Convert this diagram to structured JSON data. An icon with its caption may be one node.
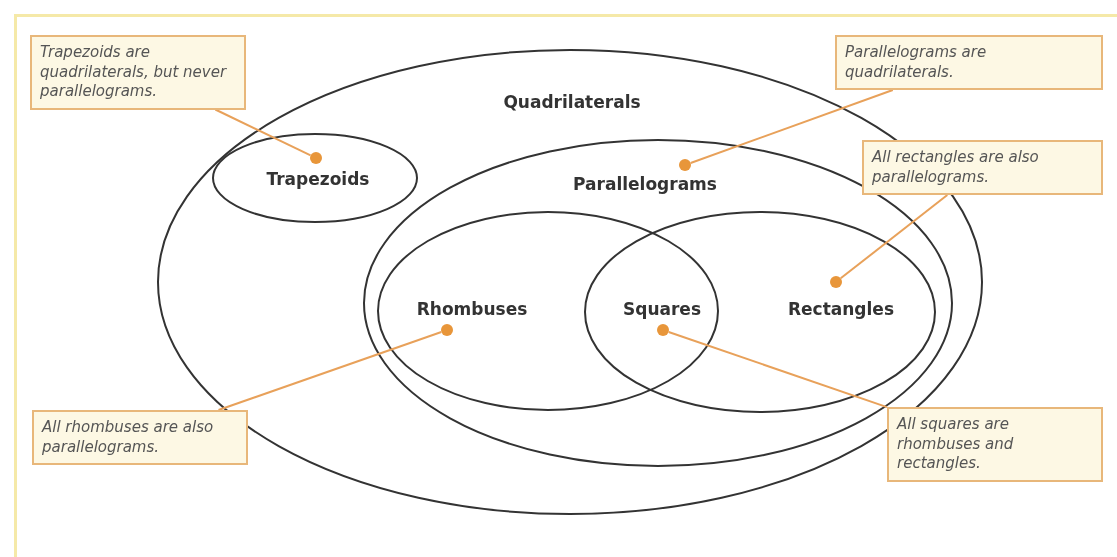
{
  "diagram": {
    "nodes": [
      {
        "text": [
          "Quadrilaterals"
        ]
      },
      {
        "text": [
          "Trapezoids"
        ],
        "in": 0
      },
      {
        "text": [
          "Parallelograms"
        ],
        "in": 0
      },
      {
        "text": [
          "Rhombuses"
        ],
        "in": 2
      },
      {
        "text": [
          "Squares"
        ]
      },
      {
        "text": [
          "Rectangles"
        ],
        "in": 2
      },
      {
        "text": [
          "Trapezoids are quadrilaterals, but never parallelograms."
        ]
      },
      {
        "text": [
          "Parallelograms are quadrilaterals."
        ]
      },
      {
        "text": [
          "All rectangles are also parallelograms."
        ]
      },
      {
        "text": [
          "All rhombuses are also parallelograms."
        ]
      },
      {
        "text": [
          "All squares are rhombuses and rectangles."
        ]
      },
      {
        "text": [],
        "shape": "circle",
        "in": 1
      },
      {
        "text": [],
        "shape": "circle",
        "in": 2
      },
      {
        "text": [],
        "shape": "circle",
        "in": 5
      },
      {
        "text": [],
        "shape": "circle",
        "in": 3
      },
      {
        "text": [],
        "shape": "circle"
      }
    ],
    "edges": [
      {
        "from": 6,
        "to": 11,
        "arrow": "none"
      },
      {
        "from": 7,
        "to": 12,
        "arrow": "none"
      },
      {
        "from": 8,
        "to": 13,
        "arrow": "none"
      },
      {
        "from": 9,
        "to": 14,
        "arrow": "none"
      },
      {
        "from": 10,
        "to": 15,
        "arrow": "none"
      }
    ]
  }
}
